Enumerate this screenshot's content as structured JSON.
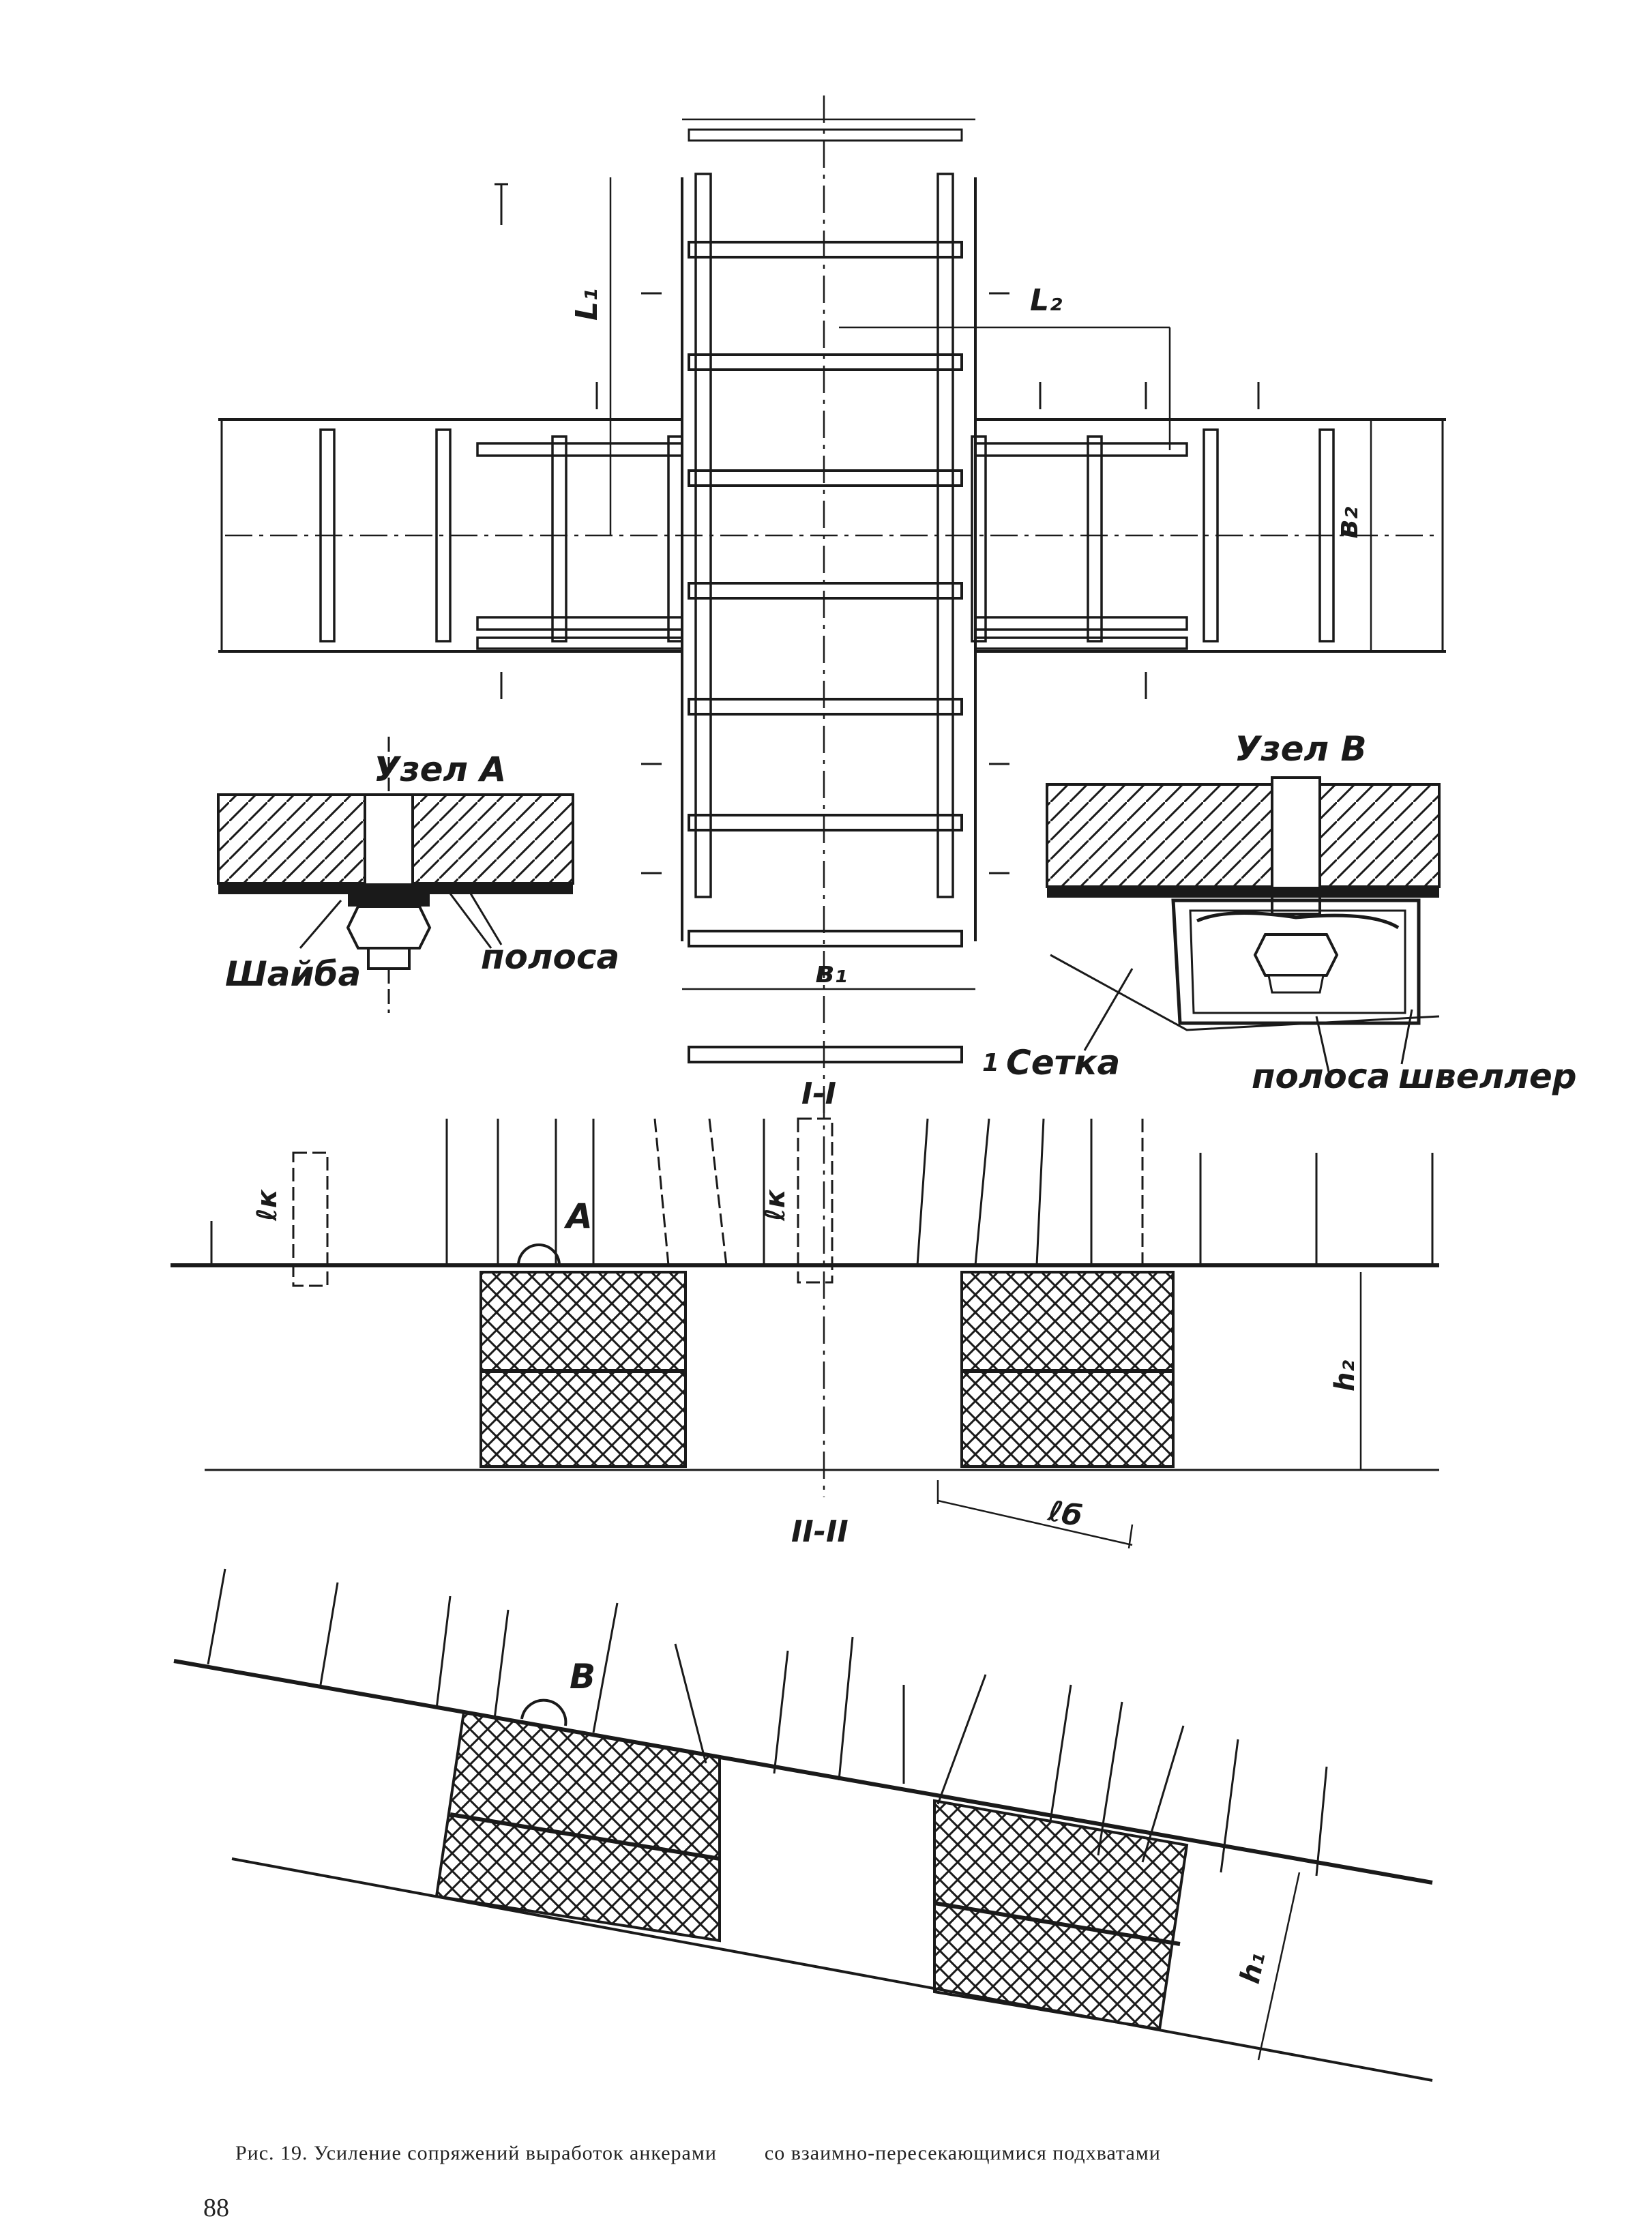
{
  "labels": {
    "node_a": "Узел А",
    "node_b": "Узел В",
    "shaiba": "Шайба",
    "polosa_a": "полоса",
    "polosa_b": "полоса",
    "setka": "Сетка",
    "shveller": "швеллер",
    "section_1": "I-I",
    "section_2": "II-II",
    "marker_a": "А",
    "marker_b": "В",
    "dim_l1": "L₁",
    "dim_l2": "L₂",
    "dim_b1": "в₁",
    "dim_b2": "в₂",
    "dim_lk1": "ℓк",
    "dim_lk2": "ℓк",
    "dim_lb": "ℓб",
    "dim_h2": "h₂",
    "dim_h1": "h₁",
    "dim_tick": "1"
  },
  "caption": {
    "part1": "Рис. 19. Усиление сопряжений выработок анкерами",
    "part2": "со взаимно-пересекающимися подхватами"
  },
  "page_number": "88",
  "colors": {
    "ink": "#1a1a1a",
    "paper": "#ffffff",
    "hatch": "#2a2a2a"
  }
}
